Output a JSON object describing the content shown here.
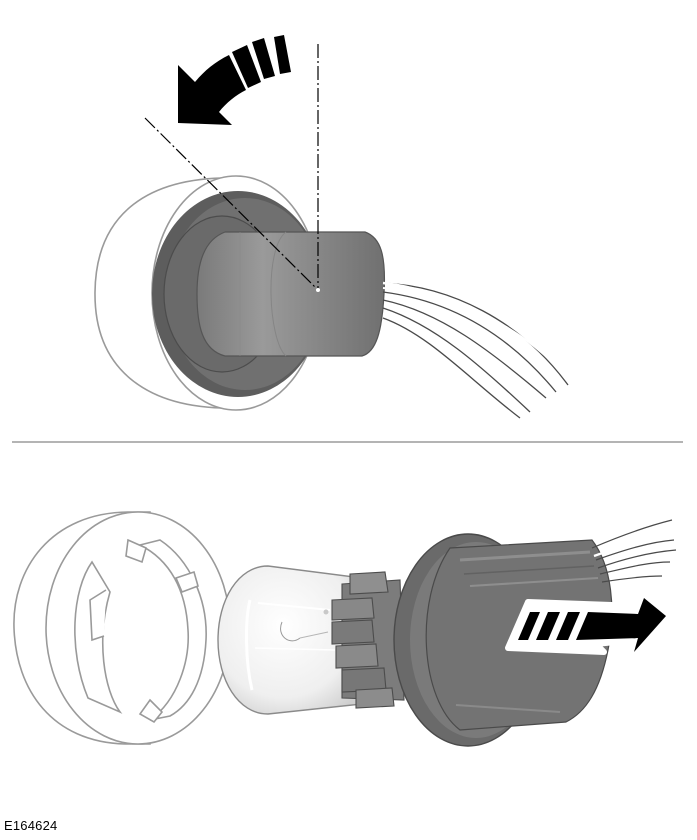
{
  "figure": {
    "reference": "E164624",
    "colors": {
      "housing_outline": "#9a9a9a",
      "socket_dark": "#6b6b6b",
      "socket_mid": "#7b7b7b",
      "socket_light": "#8d8d8d",
      "bulb_glass": "#f1f1f1",
      "divider": "#9c9c9c",
      "arrow": "#000000"
    },
    "steps": [
      {
        "name": "rotate-socket-anticlockwise",
        "arrow_icon": "curved-arrow-left-icon"
      },
      {
        "name": "pull-socket-and-bulb-out",
        "arrow_icon": "straight-arrow-right-icon"
      }
    ]
  }
}
